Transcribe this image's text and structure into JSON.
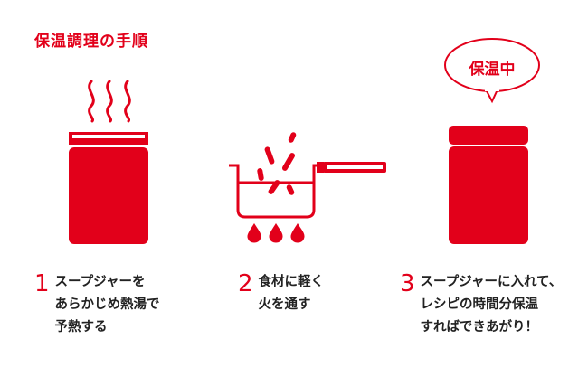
{
  "title": "保温調理の手順",
  "accent_color": "#e2001a",
  "bubble": {
    "label": "保温中"
  },
  "steps": [
    {
      "number": "1",
      "text": "スープジャーを\nあらかじめ熱湯で\n予熱する"
    },
    {
      "number": "2",
      "text": "食材に軽く\n火を通す"
    },
    {
      "number": "3",
      "text": "スープジャーに入れて、\nレシピの時間分保温\nすればできあがり！"
    }
  ]
}
